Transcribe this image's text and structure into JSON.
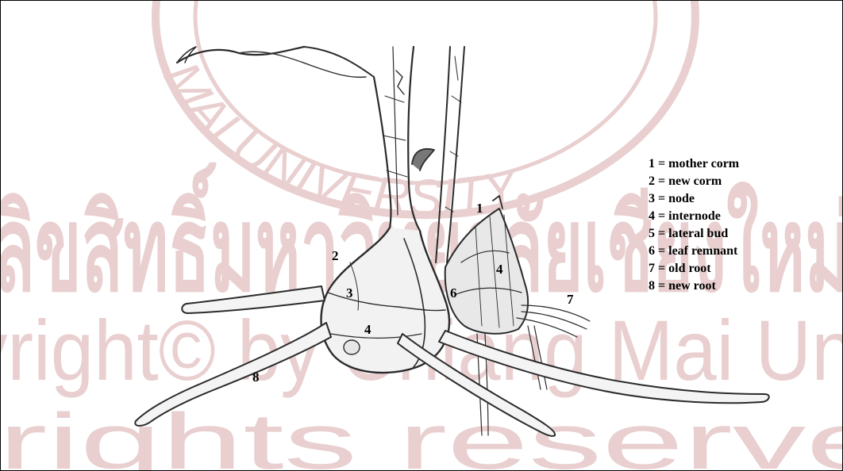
{
  "watermark": {
    "seal_text": "MAI UNIVERSITY",
    "thai_text": "ลิขสิทธิ์มหาวิทยาลัยเชียงใหม่",
    "copyright_line": "Copyright© by Chiang Mai University",
    "rights_line": "All rights reserved",
    "color": "#e9cfcf"
  },
  "diagram": {
    "callouts": [
      "1",
      "2",
      "3",
      "4",
      "4",
      "6",
      "7",
      "8"
    ],
    "legend": [
      "1 = mother corm",
      "2 = new corm",
      "3 = node",
      "4 = internode",
      "5 = lateral bud",
      "6 = leaf remnant",
      "7 = old root",
      "8 = new root"
    ]
  }
}
